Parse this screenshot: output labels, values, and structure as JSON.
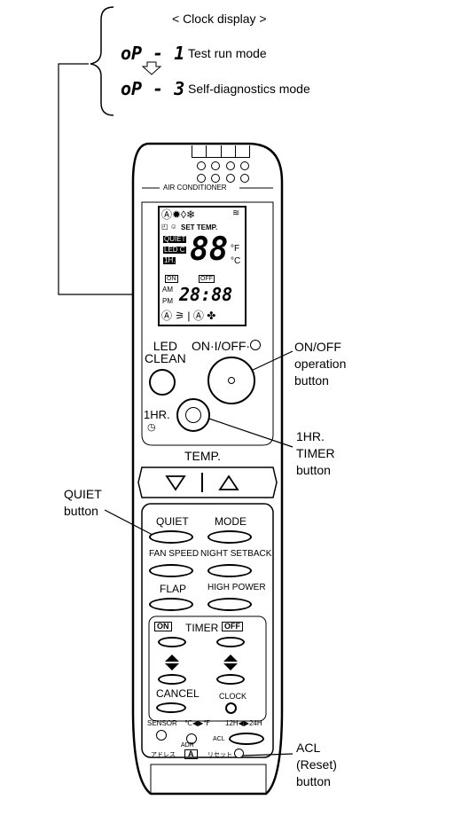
{
  "clock_display": {
    "title": "< Clock display >",
    "modes": [
      {
        "code": "oP - 1",
        "label": "Test run mode"
      },
      {
        "code": "oP - 3",
        "label": "Self-diagnostics mode"
      }
    ]
  },
  "remote": {
    "brand_strip": "AIR CONDITIONER",
    "lcd": {
      "set_temp": "SET TEMP.",
      "quiet": "QUIET",
      "led_c": "LED C",
      "one_hr": "1H.",
      "temp_digits": "88",
      "unit_f": "°F",
      "unit_c": "°C",
      "on_timer": "ON",
      "off_timer": "OFF",
      "am": "AM",
      "pm": "PM",
      "clock_digits": "28:88"
    },
    "led_clean": "LED\nCLEAN",
    "on_off": "ON·I/OFF·",
    "one_hr_btn": "1HR.",
    "temp": "TEMP.",
    "buttons": {
      "quiet": "QUIET",
      "mode": "MODE",
      "fan_speed": "FAN SPEED",
      "night_setback": "NIGHT SETBACK",
      "flap": "FLAP",
      "high_power": "HIGH POWER",
      "timer_on": "ON",
      "timer": "TIMER",
      "timer_off": "OFF",
      "cancel": "CANCEL",
      "clock": "CLOCK",
      "sensor": "SENSOR",
      "sensor_sym": "℃◀▶℉",
      "hour_sym": "12H◀▶24H",
      "adr": "ADR",
      "acl": "ACL",
      "address_jp": "アドレス",
      "address_a": "A",
      "reset_jp": "リセット"
    }
  },
  "annotations": {
    "on_off": "ON/OFF\noperation\nbutton",
    "one_hr_timer": "1HR.\nTIMER\nbutton",
    "quiet": "QUIET\nbutton",
    "acl": "ACL\n(Reset)\nbutton"
  }
}
